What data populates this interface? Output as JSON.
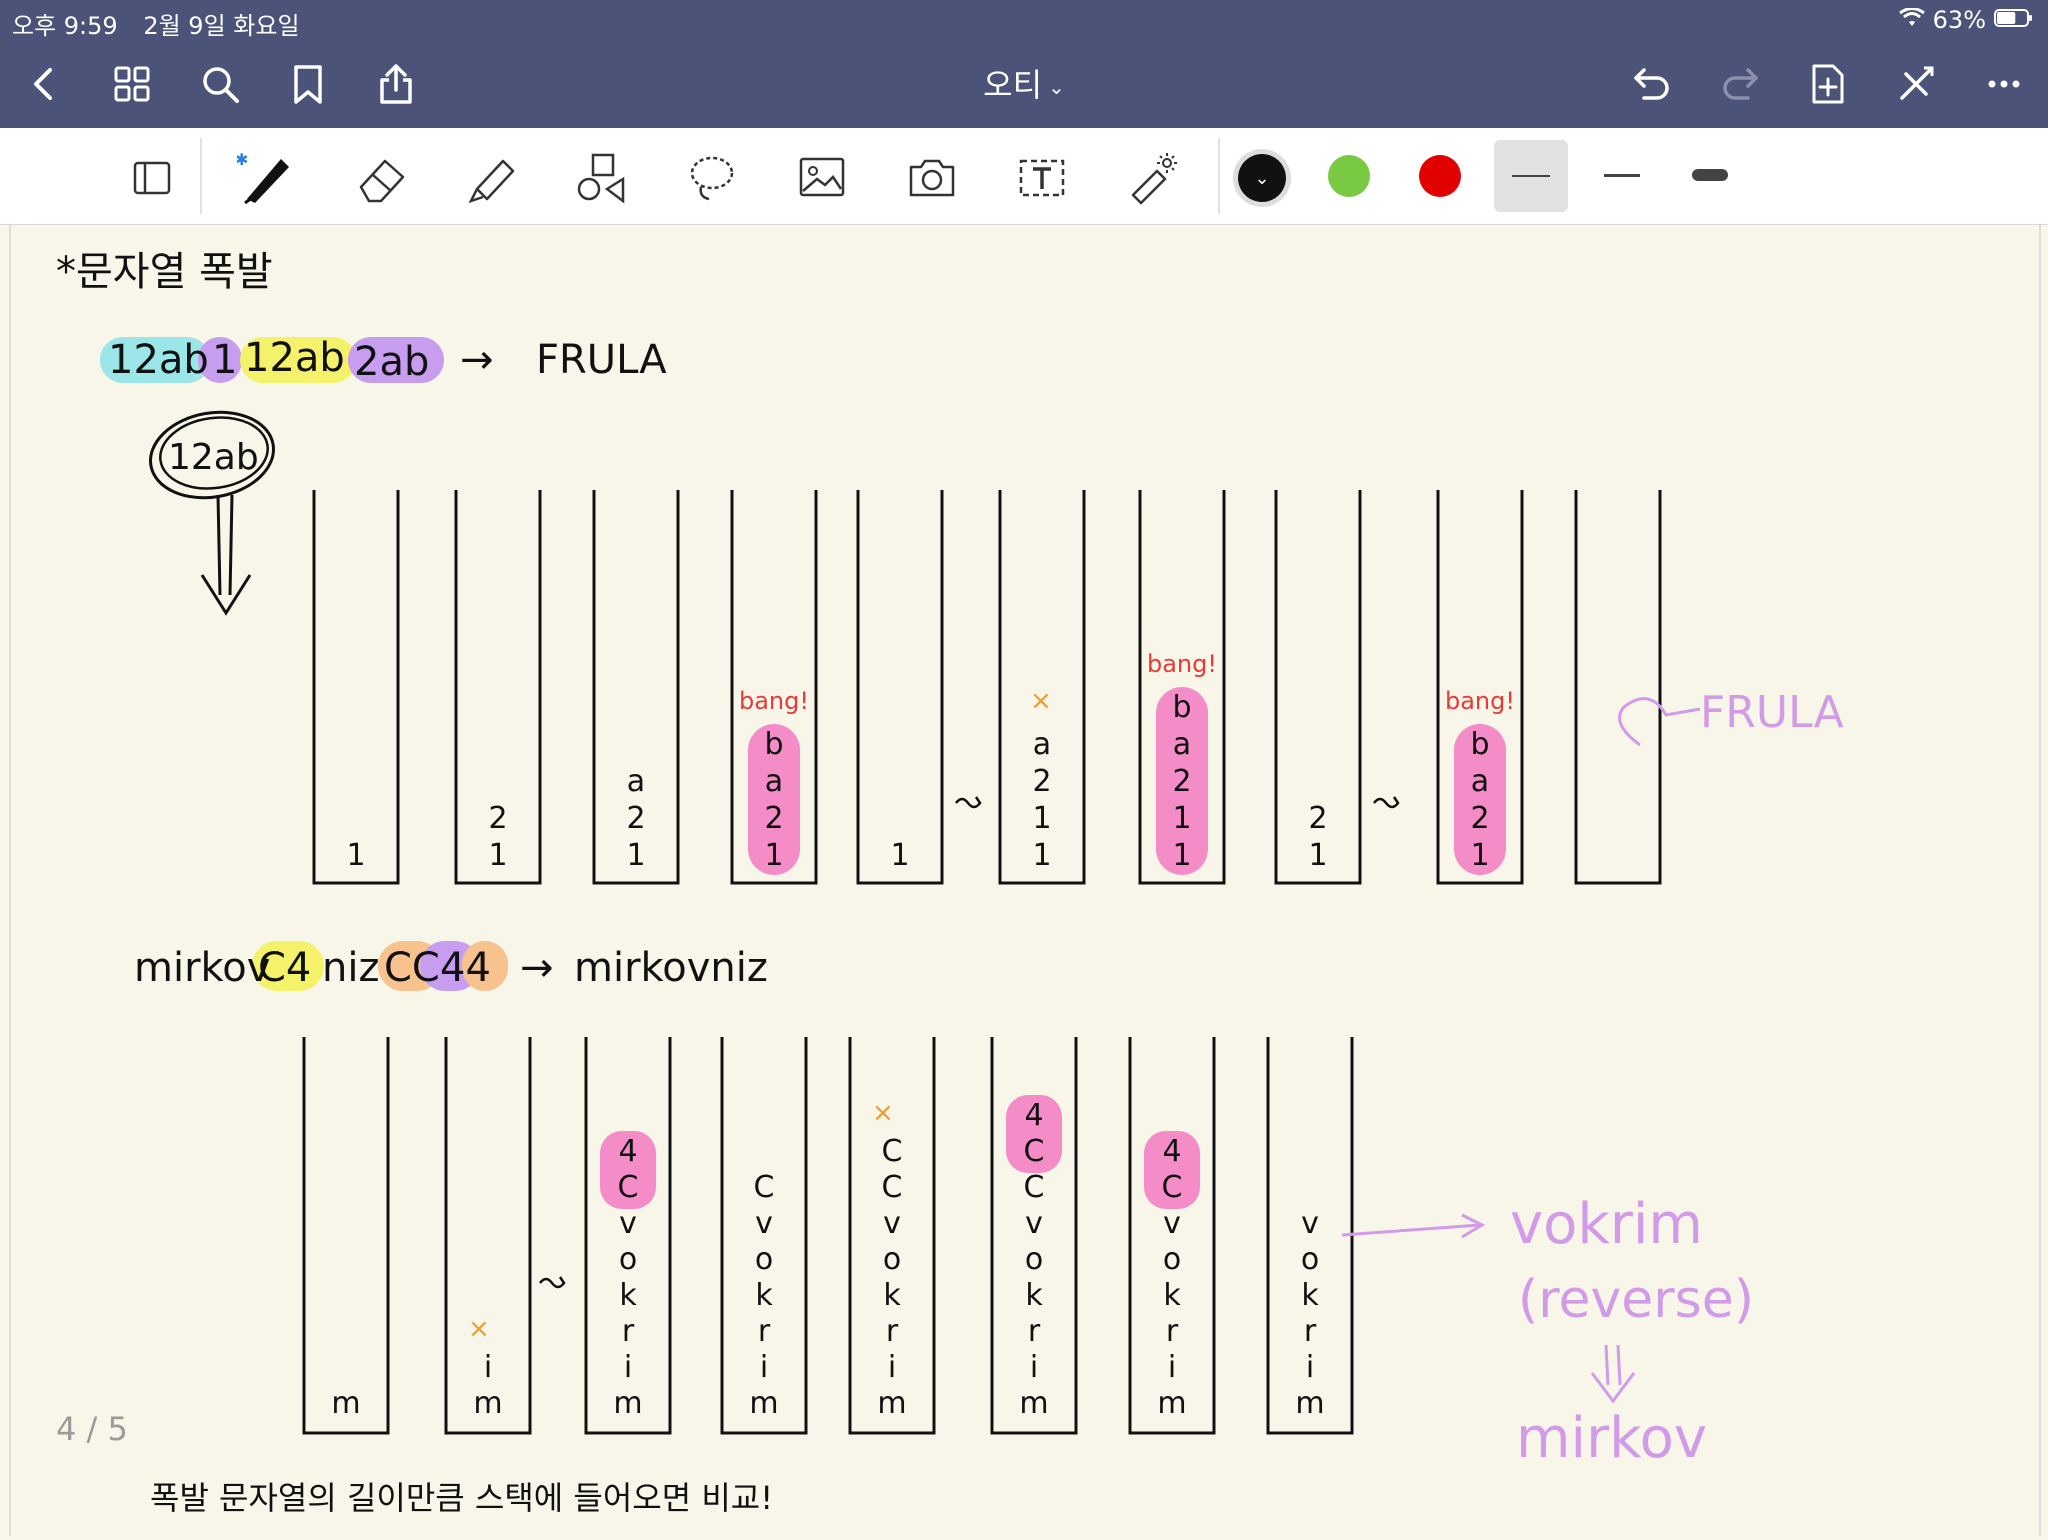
{
  "status": {
    "time": "오후 9:59",
    "date": "2월 9일 화요일",
    "battery": "63%",
    "battery_level": 0.63
  },
  "nav": {
    "title": "오티",
    "icons": [
      "back-icon",
      "grid-icon",
      "search-icon",
      "bookmark-icon",
      "share-icon",
      "undo-icon",
      "redo-icon",
      "add-page-icon",
      "close-tools-icon",
      "more-icon"
    ]
  },
  "tools": [
    "page-layout-icon",
    "pen-icon",
    "eraser-icon",
    "highlighter-icon",
    "shapes-icon",
    "lasso-icon",
    "image-icon",
    "camera-icon",
    "text-icon",
    "laser-pointer-icon"
  ],
  "colors": {
    "black": "#111111",
    "green": "#7ac943",
    "red": "#e00000",
    "pink": "#f48cc8",
    "lavender": "#d29be8",
    "orange": "#f39a2b",
    "cyan": "#9be6e8",
    "yellow": "#f4f26a",
    "purple": "#c79df0",
    "peach": "#f7c28d"
  },
  "notes": {
    "heading": "*문자열 폭발",
    "example1": {
      "parts": [
        "12ab",
        "1",
        "12ab",
        "2ab"
      ],
      "arrow": "→",
      "result": "FRULA",
      "circled": "12ab",
      "bang": "bang!",
      "stacks": [
        [
          "1"
        ],
        [
          "1",
          "2"
        ],
        [
          "1",
          "2",
          "a"
        ],
        [
          "1",
          "2",
          "a",
          "b"
        ],
        [
          "1"
        ],
        [
          "1",
          "1",
          "2",
          "a"
        ],
        [
          "1",
          "1",
          "2",
          "a",
          "b"
        ],
        [
          "1",
          "2"
        ],
        [
          "1",
          "2",
          "a",
          "b"
        ],
        []
      ],
      "empty_label": "FRULA"
    },
    "example2": {
      "prefix": "mirkov",
      "hl1": "C4",
      "middle": "niz",
      "hl2": "CC",
      "hl3": "44",
      "arrow": "→",
      "result": "mirkovniz",
      "stacks": [
        [
          "m"
        ],
        [
          "m",
          "i"
        ],
        [
          "m",
          "i",
          "r",
          "k",
          "o",
          "v",
          "C",
          "4"
        ],
        [
          "m",
          "i",
          "r",
          "k",
          "o",
          "v",
          "C"
        ],
        [
          "m",
          "i",
          "r",
          "k",
          "o",
          "v",
          "C",
          "C"
        ],
        [
          "m",
          "i",
          "r",
          "k",
          "o",
          "v",
          "C",
          "C",
          "4"
        ],
        [
          "m",
          "i",
          "r",
          "k",
          "o",
          "v",
          "C",
          "4"
        ],
        [
          "m",
          "i",
          "r",
          "k",
          "o",
          "v"
        ]
      ],
      "side": [
        "vokrim",
        "(reverse)",
        "mirkov"
      ]
    },
    "footer": "폭발 문자열의 길이만큼 스택에 들어오면 비교!"
  },
  "page_counter": "4 / 5"
}
